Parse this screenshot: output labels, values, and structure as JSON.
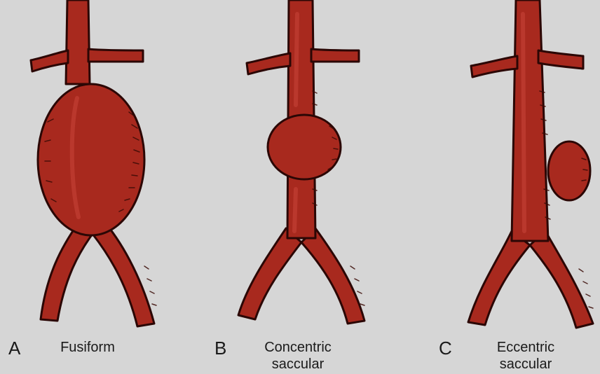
{
  "panels": [
    {
      "letter": "A",
      "caption_lines": [
        "Fusiform"
      ]
    },
    {
      "letter": "B",
      "caption_lines": [
        "Concentric",
        "saccular"
      ]
    },
    {
      "letter": "C",
      "caption_lines": [
        "Eccentric",
        "saccular"
      ]
    }
  ],
  "colors": {
    "background": "#d6d6d6",
    "vessel": "#a8291e",
    "outline": "#2b0705"
  }
}
